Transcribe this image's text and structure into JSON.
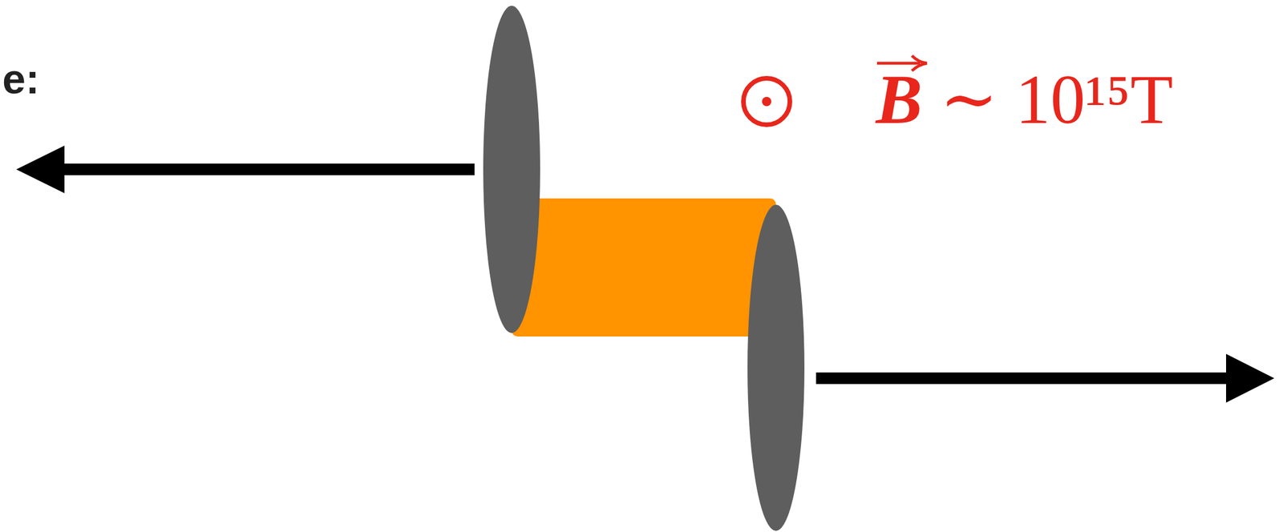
{
  "diagram": {
    "labels": [
      "e:",
      "B",
      "∼ 10¹⁵T"
    ]
  }
}
